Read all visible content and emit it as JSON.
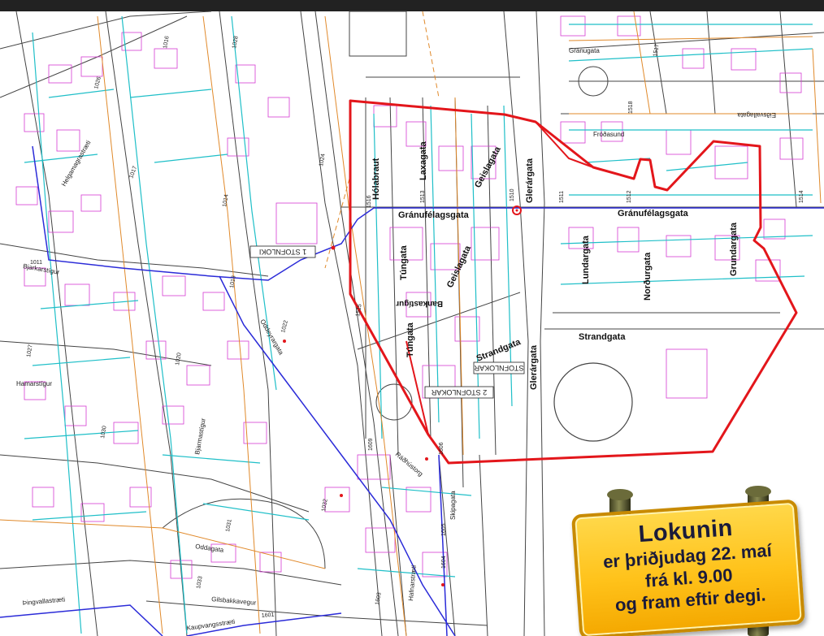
{
  "map": {
    "streets": [
      "Gránufélagsgata",
      "Gránufélagsgata",
      "Glerárgata",
      "Glerárgata",
      "Hólabraut",
      "Laxagata",
      "Geislagata",
      "Geislagata",
      "Túngata",
      "Túngata",
      "Bankastígur",
      "Strandgata",
      "Strandgata",
      "Lundargata",
      "Norðurgata",
      "Grundargata",
      "Hafnarstræti",
      "Oddeyrargata",
      "Hamarstígur",
      "Bjarkarstígur",
      "Bjarmastígur",
      "Oddagata",
      "Kaupvangsstræti",
      "Þingvallastræti",
      "Gilsbakkavegur",
      "Skipagata",
      "Ráðhústorg",
      "Eiðsvallagata",
      "Gránugata",
      "Fróðasund",
      "Helgamagrastræti"
    ],
    "stop_labels": [
      "1 STOFNLOKI",
      "2 STOFNLOKAR",
      "STOFNLOKAR"
    ],
    "valve_numbers": [
      "1510",
      "1511",
      "1512",
      "1513",
      "1514",
      "1515",
      "1516",
      "1517",
      "1518",
      "1011",
      "1013",
      "1014",
      "1016",
      "1017",
      "1020",
      "1022",
      "1024",
      "1026",
      "1027",
      "1028",
      "1030",
      "1031",
      "1032",
      "1033",
      "1601",
      "1603",
      "1604",
      "1605",
      "1606",
      "1609"
    ],
    "colors": {
      "closure_boundary": "#e3161b",
      "water_pipe": "#1fbfc8",
      "building_outline": "#d63bd3",
      "main_pipe": "#2b2bd8",
      "sewer_pipe": "#e0892a",
      "road": "#333333"
    }
  },
  "notice": {
    "title": "Lokunin",
    "lines": [
      "er þriðjudag 22. maí",
      "frá kl. 9.00",
      "og fram eftir degi."
    ]
  }
}
